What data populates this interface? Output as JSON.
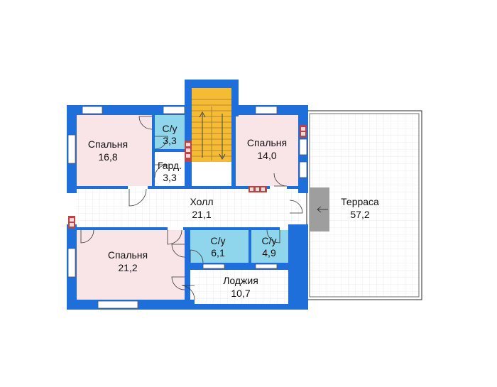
{
  "plan": {
    "rooms": [
      {
        "id": "bedroom-1",
        "name": "Спальня",
        "area": "16,8"
      },
      {
        "id": "bathroom-1",
        "name": "С/у",
        "area": "3,3"
      },
      {
        "id": "wardrobe",
        "name": "Гард.",
        "area": "3,3"
      },
      {
        "id": "bedroom-2",
        "name": "Спальня",
        "area": "14,0"
      },
      {
        "id": "hall",
        "name": "Холл",
        "area": "21,1"
      },
      {
        "id": "terrace",
        "name": "Терраса",
        "area": "57,2"
      },
      {
        "id": "bedroom-3",
        "name": "Спальня",
        "area": "21,2"
      },
      {
        "id": "bathroom-2",
        "name": "С/у",
        "area": "6,1"
      },
      {
        "id": "bathroom-3",
        "name": "С/у",
        "area": "4,9"
      },
      {
        "id": "loggia",
        "name": "Лоджия",
        "area": "10,7"
      }
    ],
    "colors": {
      "wall": "#1e6fd9",
      "bedroom_fill": "#f9e4e8",
      "bath_fill": "#8fd6ec",
      "stair_fill": "#f6bb35",
      "hall_fill": "#ffffff",
      "terrace_fill": "#ffffff",
      "grid_line": "#dfe6ec",
      "partition": "#9aa3ab"
    }
  }
}
